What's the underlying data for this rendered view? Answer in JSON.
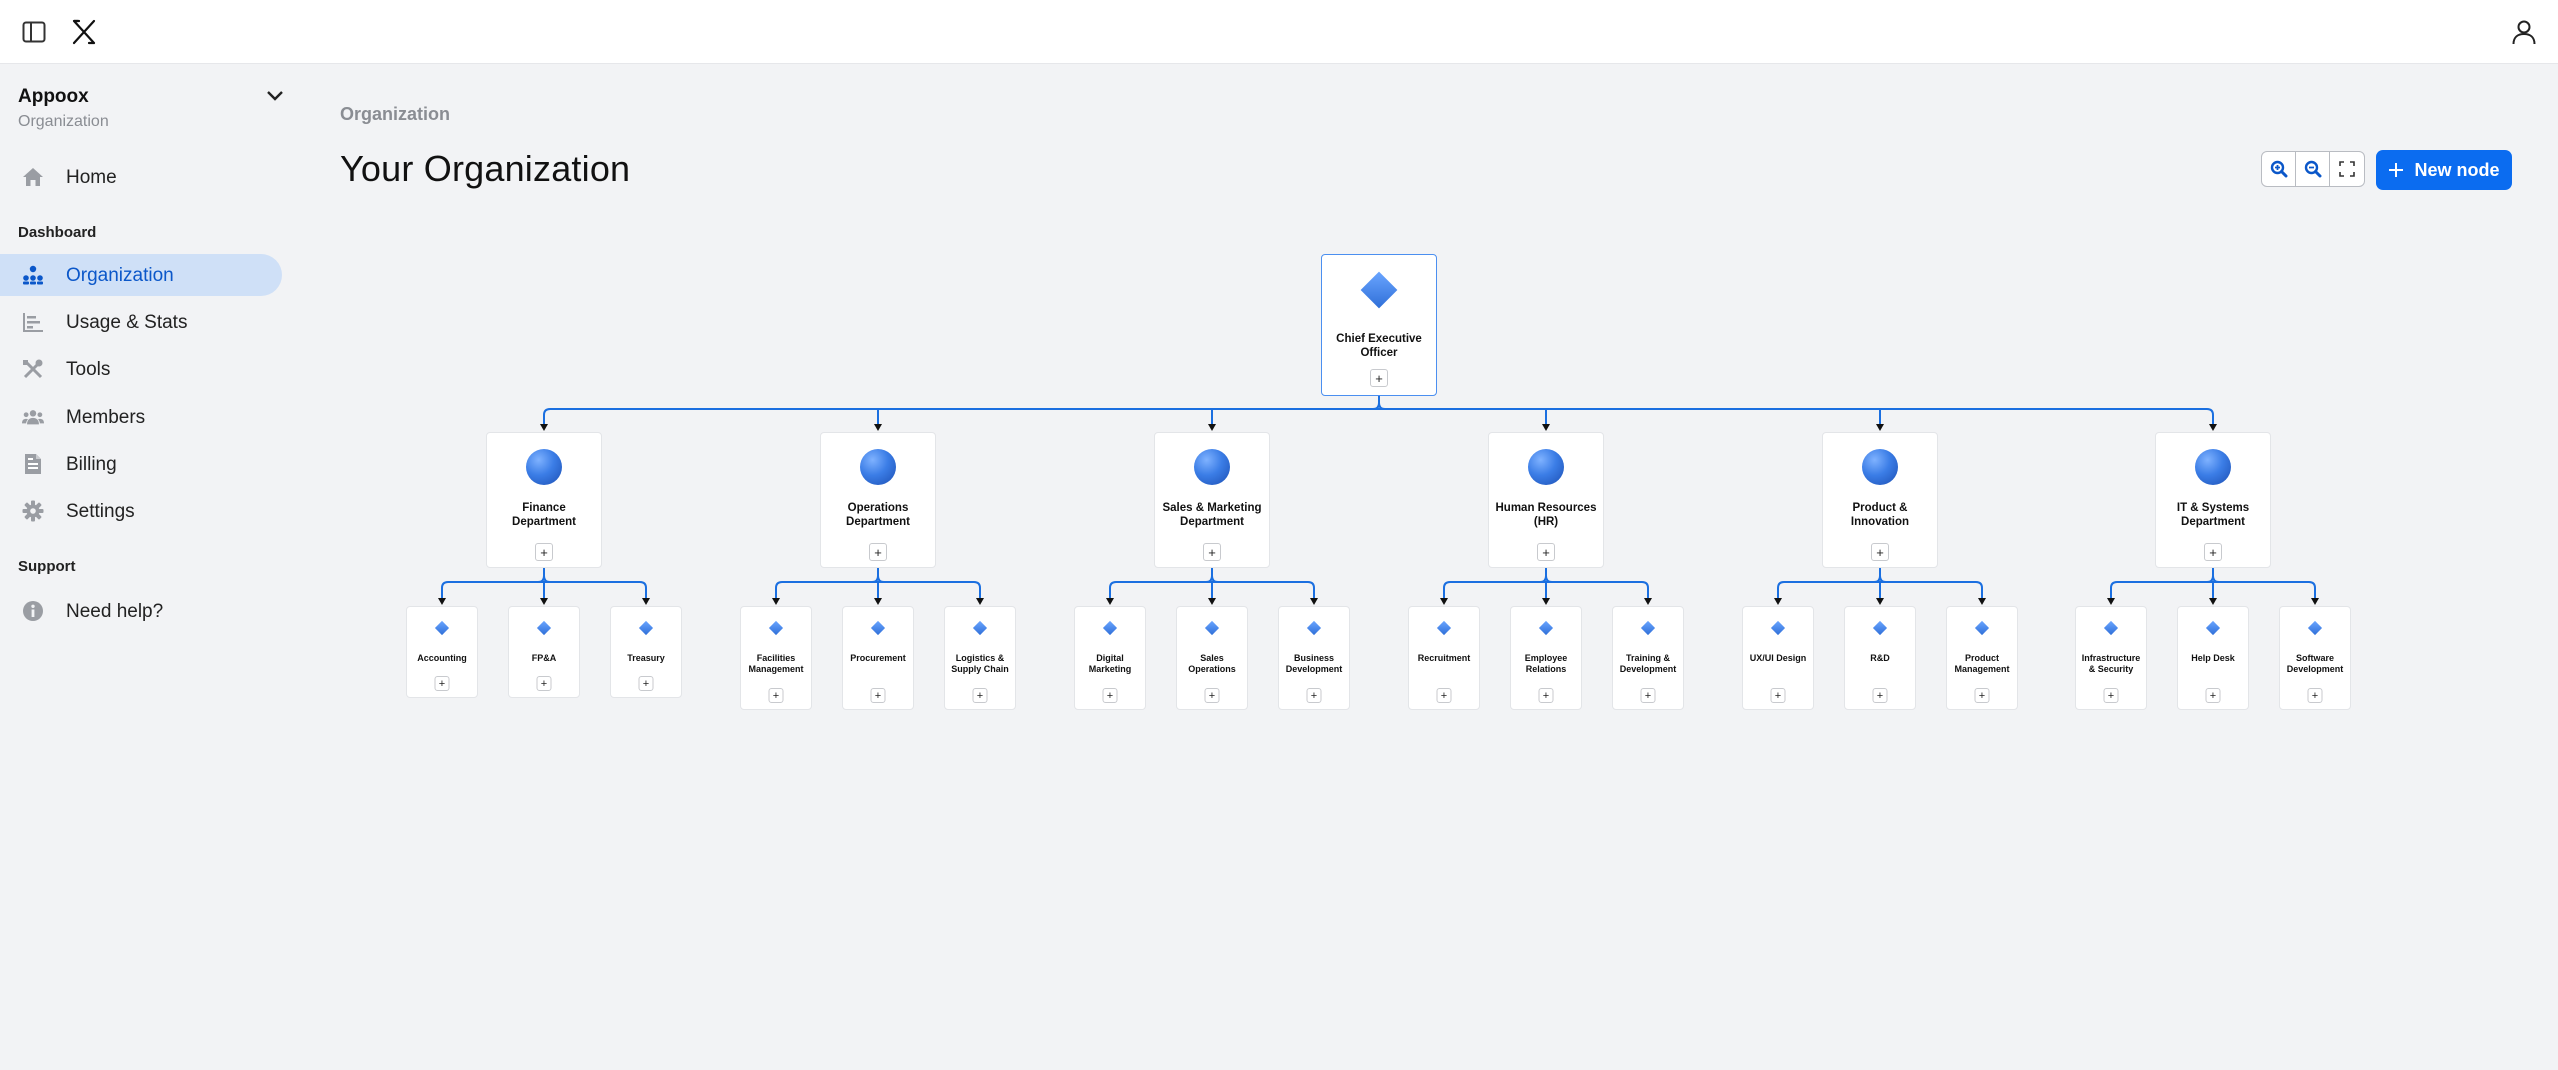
{
  "topbar": {
    "sidebar_toggle_icon": "sidebar-panel-icon",
    "logo_icon": "x-logo-icon",
    "account_icon": "user-icon"
  },
  "sidebar": {
    "org_name": "Appoox",
    "org_sub": "Organization",
    "home": "Home",
    "section_dashboard": "Dashboard",
    "items": [
      {
        "label": "Organization",
        "icon": "org-chart-icon",
        "active": true
      },
      {
        "label": "Usage & Stats",
        "icon": "bar-chart-icon",
        "active": false
      },
      {
        "label": "Tools",
        "icon": "tools-icon",
        "active": false
      },
      {
        "label": "Members",
        "icon": "users-icon",
        "active": false
      },
      {
        "label": "Billing",
        "icon": "invoice-icon",
        "active": false
      },
      {
        "label": "Settings",
        "icon": "gear-icon",
        "active": false
      }
    ],
    "section_support": "Support",
    "help": "Need help?"
  },
  "main": {
    "breadcrumb": "Organization",
    "title": "Your Organization",
    "new_node_label": "New node",
    "add_symbol": "+"
  },
  "colors": {
    "accent": "#0b6cf0",
    "connector": "#1b6fe0",
    "active_bg": "#cfe0f7"
  },
  "tree": {
    "root": {
      "label": [
        "Chief Executive",
        "Officer"
      ]
    },
    "departments": [
      {
        "label": [
          "Finance",
          "Department"
        ],
        "children": [
          {
            "label": [
              "Accounting"
            ]
          },
          {
            "label": [
              "FP&A"
            ]
          },
          {
            "label": [
              "Treasury"
            ]
          }
        ]
      },
      {
        "label": [
          "Operations",
          "Department"
        ],
        "children": [
          {
            "label": [
              "Facilities",
              "Management"
            ]
          },
          {
            "label": [
              "Procurement"
            ]
          },
          {
            "label": [
              "Logistics &",
              "Supply Chain"
            ]
          }
        ]
      },
      {
        "label": [
          "Sales & Marketing",
          "Department"
        ],
        "children": [
          {
            "label": [
              "Digital",
              "Marketing"
            ]
          },
          {
            "label": [
              "Sales",
              "Operations"
            ]
          },
          {
            "label": [
              "Business",
              "Development"
            ]
          }
        ]
      },
      {
        "label": [
          "Human Resources",
          "(HR)"
        ],
        "children": [
          {
            "label": [
              "Recruitment"
            ]
          },
          {
            "label": [
              "Employee",
              "Relations"
            ]
          },
          {
            "label": [
              "Training &",
              "Development"
            ]
          }
        ]
      },
      {
        "label": [
          "Product &",
          "Innovation"
        ],
        "children": [
          {
            "label": [
              "UX/UI Design"
            ]
          },
          {
            "label": [
              "R&D"
            ]
          },
          {
            "label": [
              "Product",
              "Management"
            ]
          }
        ]
      },
      {
        "label": [
          "IT & Systems",
          "Department"
        ],
        "children": [
          {
            "label": [
              "Infrastructure",
              "& Security"
            ]
          },
          {
            "label": [
              "Help Desk"
            ]
          },
          {
            "label": [
              "Software",
              "Development"
            ]
          }
        ]
      }
    ]
  }
}
